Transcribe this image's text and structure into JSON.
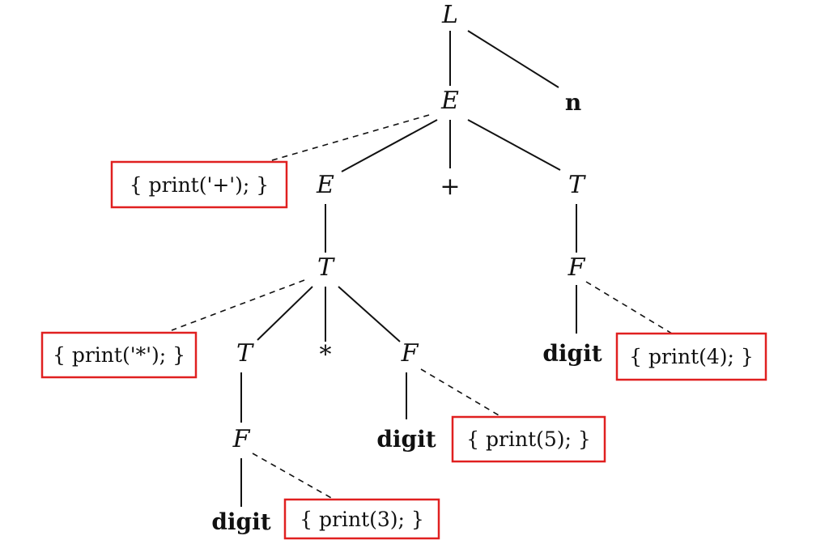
{
  "colors": {
    "action_border": "#e02020",
    "ink": "#111111"
  },
  "nodes": {
    "L": "L",
    "E_root": "E",
    "n": "n",
    "E_left": "E",
    "plus": "+",
    "T_right": "T",
    "T_mid": "T",
    "F_right": "F",
    "T_low": "T",
    "star": "*",
    "F_mid": "F",
    "digit_right": "digit",
    "F_low": "F",
    "digit_mid": "digit",
    "digit_low": "digit"
  },
  "actions": {
    "print_plus": "{ print('+'); }",
    "print_star": "{ print('*'); }",
    "print_4": "{ print(4); }",
    "print_5": "{ print(5); }",
    "print_3": "{ print(3); }"
  }
}
